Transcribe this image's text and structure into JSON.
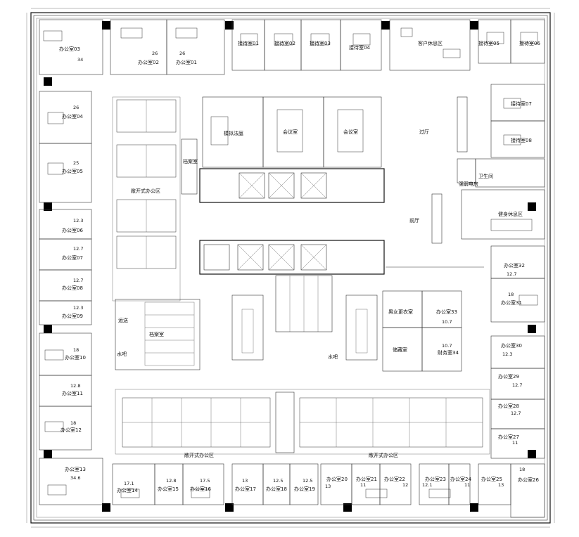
{
  "rooms": {
    "office_01": {
      "name": "办公室01",
      "area": "26"
    },
    "office_02": {
      "name": "办公室02",
      "area": "26"
    },
    "office_03": {
      "name": "办公室03",
      "area": "34"
    },
    "office_04": {
      "name": "办公室04",
      "area": "26"
    },
    "office_05": {
      "name": "办公室05",
      "area": "25"
    },
    "office_06": {
      "name": "办公室06",
      "area": "12.3"
    },
    "office_07": {
      "name": "办公室07",
      "area": "12.7"
    },
    "office_08": {
      "name": "办公室08",
      "area": "12.7"
    },
    "office_09": {
      "name": "办公室09",
      "area": "12.3"
    },
    "office_10": {
      "name": "办公室10",
      "area": "18"
    },
    "office_11": {
      "name": "办公室11",
      "area": "12.8"
    },
    "office_12": {
      "name": "办公室12",
      "area": "18"
    },
    "office_13": {
      "name": "办公室13",
      "area": "34.6"
    },
    "office_14": {
      "name": "办公室14",
      "area": "17.1"
    },
    "office_15": {
      "name": "办公室15",
      "area": "12.8"
    },
    "office_16": {
      "name": "办公室16",
      "area": "17.5"
    },
    "office_17": {
      "name": "办公室17",
      "area": "13"
    },
    "office_18": {
      "name": "办公室18",
      "area": "12.5"
    },
    "office_19": {
      "name": "办公室19",
      "area": "12.5"
    },
    "office_20": {
      "name": "办公室20",
      "area": "13"
    },
    "office_21": {
      "name": "办公室21",
      "area": "11"
    },
    "office_22": {
      "name": "办公室22",
      "area": "12"
    },
    "office_23": {
      "name": "办公室23",
      "area": "12.1"
    },
    "office_24": {
      "name": "办公室24",
      "area": "11"
    },
    "office_25": {
      "name": "办公室25",
      "area": "13"
    },
    "office_26": {
      "name": "办公室26",
      "area": "18"
    },
    "office_27": {
      "name": "办公室27",
      "area": "11"
    },
    "office_28": {
      "name": "办公室28",
      "area": "12.7"
    },
    "office_29": {
      "name": "办公室29",
      "area": "12.7"
    },
    "office_30": {
      "name": "办公室30",
      "area": "12.3"
    },
    "office_31": {
      "name": "办公室31",
      "area": "18"
    },
    "office_32": {
      "name": "办公室32",
      "area": "12.7"
    },
    "office_33": {
      "name": "办公室33",
      "area": "10.7"
    },
    "finance_34": {
      "name": "财务室34",
      "area": "10.7"
    },
    "reception_01": {
      "name": "接待室01"
    },
    "reception_02": {
      "name": "接待室02"
    },
    "reception_03": {
      "name": "接待室03"
    },
    "reception_04": {
      "name": "接待室04"
    },
    "reception_05": {
      "name": "接待室05"
    },
    "reception_06": {
      "name": "接待室06"
    },
    "reception_07": {
      "name": "接待室07"
    },
    "reception_08": {
      "name": "接待室08"
    },
    "client_lounge": {
      "name": "客户休息区"
    },
    "hall": {
      "name": "过厅"
    },
    "lobby": {
      "name": "前厅"
    },
    "restroom": {
      "name": "卫生间"
    },
    "electrical": {
      "name": "强弱电房"
    },
    "gym": {
      "name": "健身休息区"
    },
    "mock_court": {
      "name": "模拟法庭"
    },
    "meeting_1": {
      "name": "会议室"
    },
    "meeting_2": {
      "name": "会议室"
    },
    "archive_small": {
      "name": "档案室"
    },
    "open_office_north": {
      "name": "敞开式办公区"
    },
    "open_office_south_1": {
      "name": "敞开式办公区"
    },
    "open_office_south_2": {
      "name": "敞开式办公区"
    },
    "archive": {
      "name": "档案室"
    },
    "transport": {
      "name": "运送"
    },
    "bar_1": {
      "name": "水吧"
    },
    "bar_2": {
      "name": "水吧"
    },
    "locker": {
      "name": "男女更衣室"
    },
    "storage": {
      "name": "储藏室"
    }
  }
}
